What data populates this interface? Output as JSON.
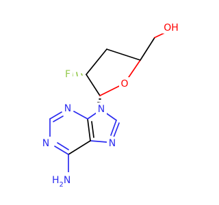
{
  "colors": {
    "carbon_bond": "#000000",
    "nitrogen": "#2c2cf0",
    "oxygen": "#ff0000",
    "fluorine": "#94c94c",
    "background": "#ffffff"
  },
  "atoms": {
    "oh": "OH",
    "ring_o": "O",
    "f": "F",
    "n9": "N",
    "n3": "N",
    "n1": "N",
    "n7": "N",
    "nh2_n": "N",
    "nh2_h": "H",
    "nh2_sub": "2"
  }
}
